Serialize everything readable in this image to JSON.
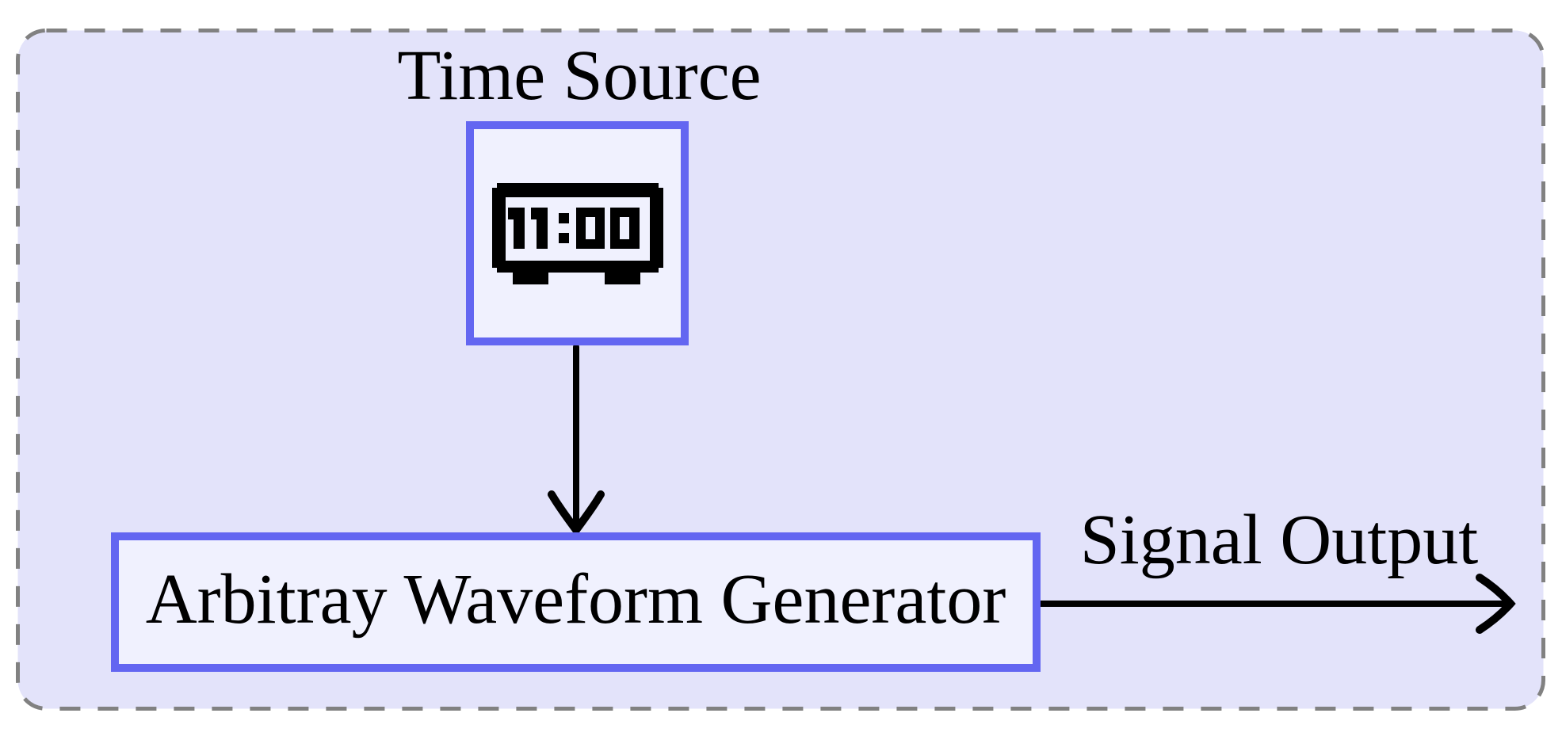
{
  "diagram": {
    "type": "block-diagram",
    "container": {
      "style": "rounded-dashed",
      "fill": "#e3e3fa",
      "border_color": "#818181"
    },
    "nodes": [
      {
        "id": "time-source",
        "label": "Time Source",
        "icon": "digital-clock-icon",
        "clock_display_time": "11:00",
        "fill": "#f0f1fe",
        "border_color": "#6366f1"
      },
      {
        "id": "waveform-generator",
        "label": "Arbitray Waveform Generator",
        "fill": "#f0f1fe",
        "border_color": "#6366f1"
      }
    ],
    "edges": [
      {
        "id": "clock-to-generator",
        "from": "time-source",
        "to": "waveform-generator",
        "direction": "down",
        "label": ""
      },
      {
        "id": "generator-output",
        "from": "waveform-generator",
        "to": "outside",
        "direction": "right",
        "label": "Signal Output"
      }
    ],
    "labels": {
      "time_source": "Time Source",
      "generator": "Arbitray Waveform Generator",
      "signal_output": "Signal Output"
    },
    "colors": {
      "canvas_background": "#ffffff",
      "container_fill": "#e3e3fa",
      "container_border": "#818181",
      "node_fill": "#f0f1fe",
      "node_border": "#6366f1",
      "line_and_text": "#000000"
    }
  }
}
